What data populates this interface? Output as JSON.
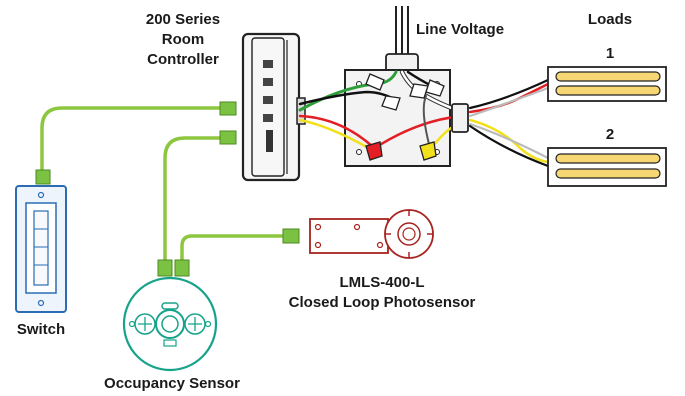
{
  "labels": {
    "controller_line1": "200 Series",
    "controller_line2": "Room",
    "controller_line3": "Controller",
    "line_voltage": "Line Voltage",
    "loads": "Loads",
    "load_1": "1",
    "load_2": "2",
    "photosensor_line1": "LMLS-400-L",
    "photosensor_line2": "Closed Loop Photosensor",
    "switch": "Switch",
    "occupancy_sensor": "Occupancy Sensor"
  },
  "colors": {
    "lmrj_cable": "#8dc63f",
    "connector": "#7cc242",
    "hot_wire": "#e31e24",
    "switched_wire": "#f2e01b",
    "neutral_wire": "#ffffff",
    "ground_wire": "#2e9e3a",
    "switch_outline": "#2b6cb5",
    "sensor_outline": "#16a38a",
    "photosensor_outline": "#a8231f",
    "lamp_tube": "#f7d774"
  }
}
